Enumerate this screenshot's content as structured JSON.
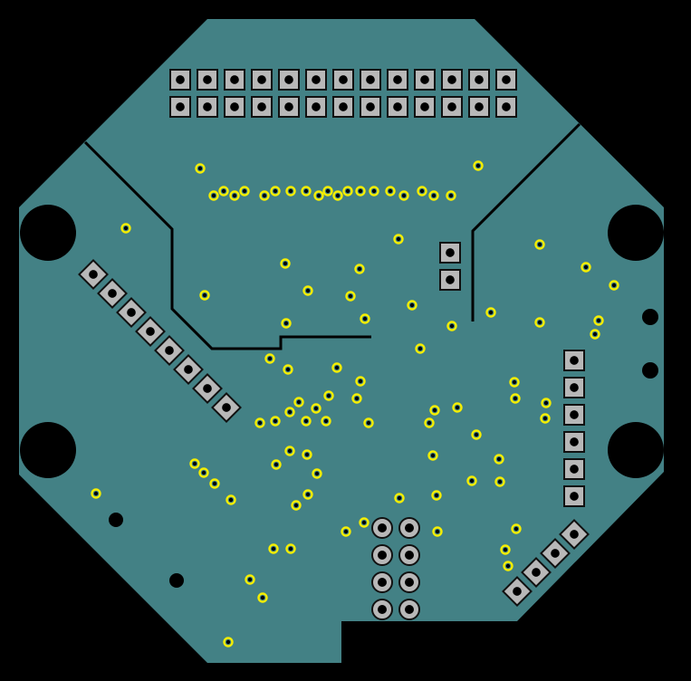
{
  "colors": {
    "background": "#000000",
    "board": "#438185",
    "pad_fill": "#b8b8b8",
    "pad_outline": "#111111",
    "via_ring": "#f5ee00",
    "via_hole": "#000000",
    "trace": "#000000"
  },
  "layers": {
    "board_outline": "board-outline",
    "header_pads": "header-pin-pads",
    "side_pads": "side-pin-pads",
    "diagonal_pads": "diagonal-pin-pads",
    "round_pads": "round-pin-pads",
    "vias": "vias",
    "mounting_holes": "mounting-holes",
    "traces": "copper-traces"
  }
}
